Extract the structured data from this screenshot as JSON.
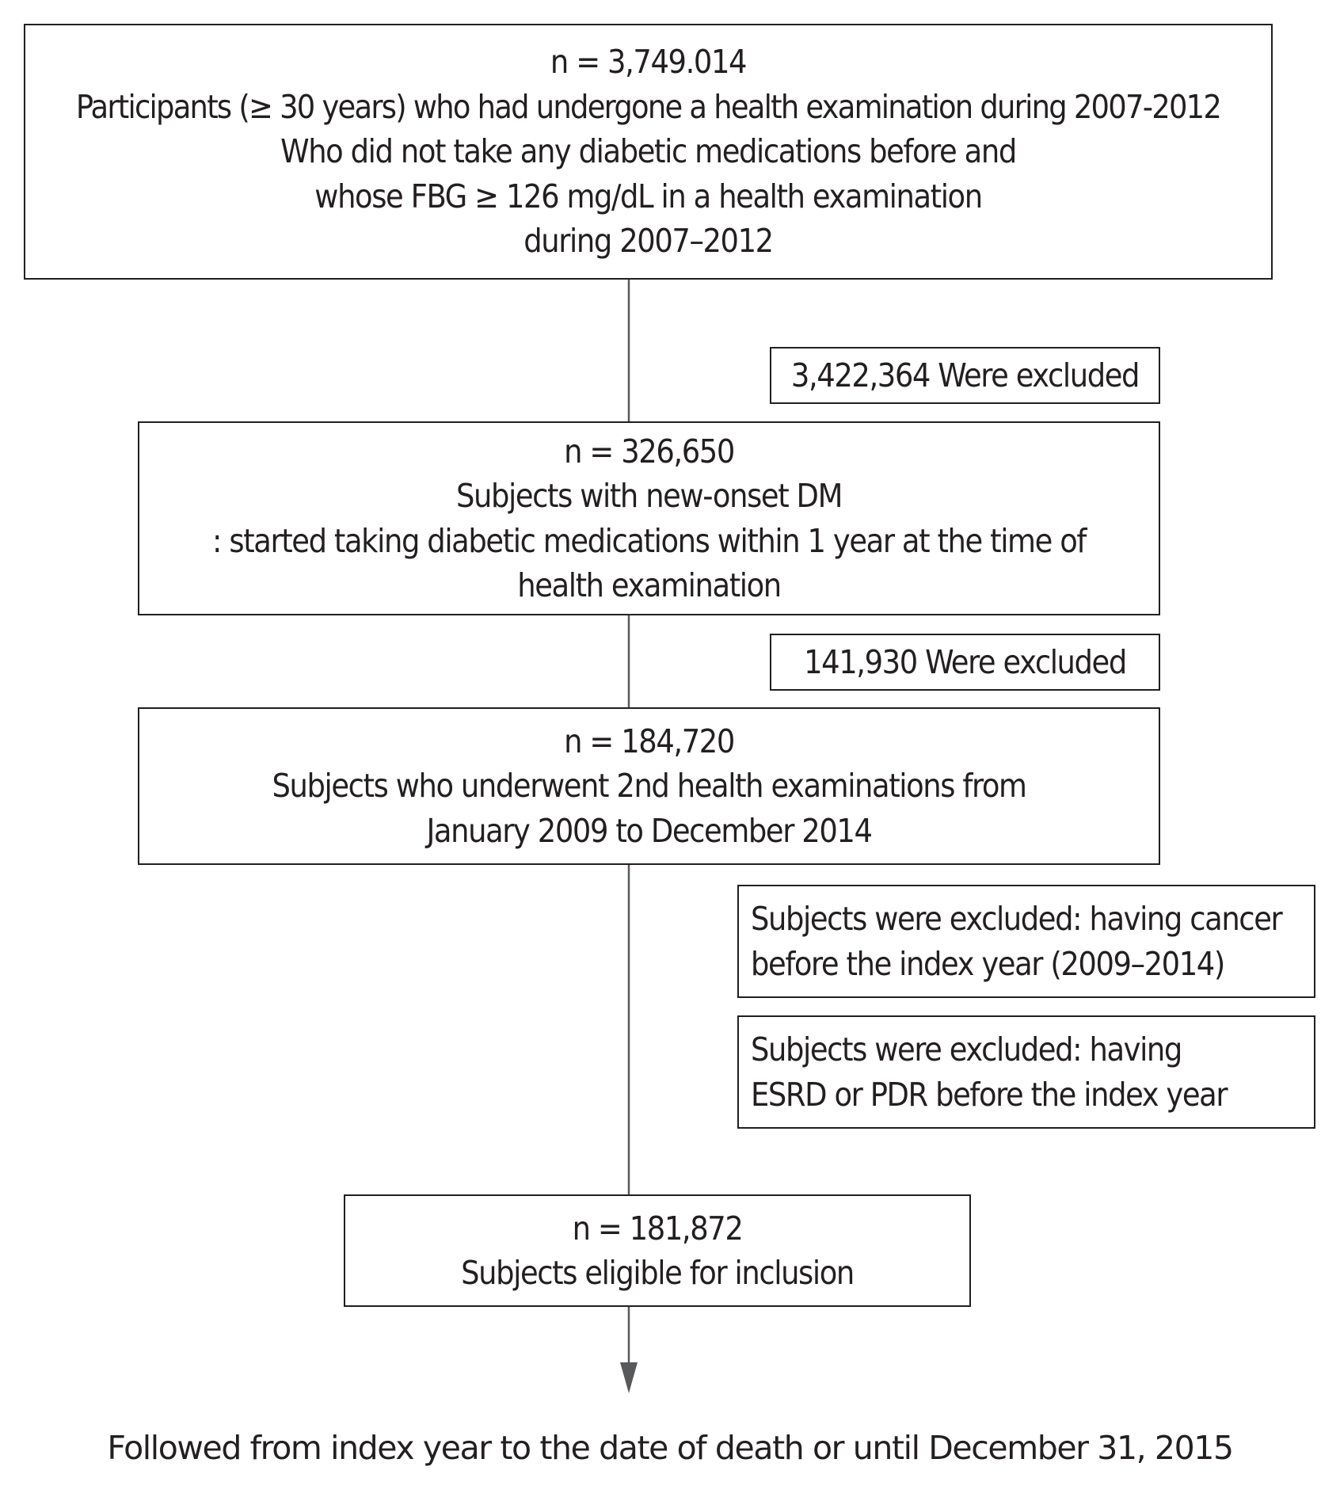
{
  "flow": {
    "box_1": {
      "lines": [
        "n = 3,749.014",
        "Participants (≥ 30 years) who had undergone a health examination during 2007-2012",
        "Who did not take any diabetic medications before and",
        "whose FBG ≥ 126 mg/dL in a health examination",
        "during 2007–2012"
      ]
    },
    "exclusion_1": {
      "text": "3,422,364 Were excluded"
    },
    "box_2": {
      "lines": [
        "n = 326,650",
        "Subjects with new-onset DM",
        ": started taking diabetic medications within 1 year at the time of",
        "health examination"
      ]
    },
    "exclusion_2": {
      "text": "141,930 Were excluded"
    },
    "box_3": {
      "lines": [
        "n = 184,720",
        "Subjects who underwent 2nd health examinations from",
        "January 2009 to December 2014"
      ]
    },
    "exclusion_3": {
      "lines": [
        "Subjects were excluded: having cancer",
        "before the index year (2009–2014)"
      ]
    },
    "exclusion_4": {
      "lines": [
        "Subjects were excluded: having",
        "ESRD or PDR before the index year"
      ]
    },
    "box_4": {
      "lines": [
        "n = 181,872",
        "Subjects eligible for inclusion"
      ]
    },
    "footer": {
      "text": "Followed from index year to the date of death or until December 31, 2015"
    }
  },
  "colors": {
    "ink": "#231f20",
    "arrow": "#58595b",
    "background": "#ffffff"
  }
}
